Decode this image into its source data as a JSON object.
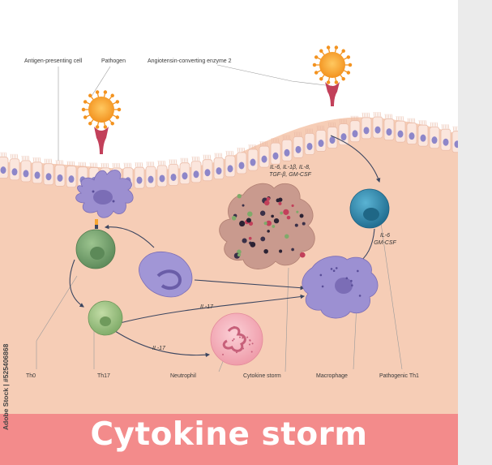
{
  "labels": {
    "antigen_presenting_cell": "Antigen-presenting cell",
    "pathogen": "Pathogen",
    "ace2": "Angiotensin-converting enzyme 2",
    "th0": "Th0",
    "th17": "Th17",
    "neutrophil": "Neutrophil",
    "cytokine_storm": "Cytokine storm",
    "macrophage": "Macrophage",
    "pathogenic_th1": "Pathogenic Th1"
  },
  "arrow_labels": {
    "cytokines_line1": "IL-6, IL-1β, IL-8,",
    "cytokines_line2": "TGF-β, GM-CSF",
    "th1_line1": "IL-6",
    "th1_line2": "GM-CSF",
    "il17_upper": "IL-17",
    "il17_lower": "IL-17"
  },
  "title": "Cytokine storm",
  "credit": "Adobe Stock | #525406868",
  "colors": {
    "tissue": "#fad9c6",
    "title_band": "#f38b8b",
    "apc": "#9c8fd0",
    "th0": "#7faa78",
    "th17": "#9cc47f",
    "neutrophil": "#f3a8b4",
    "th1": "#2f8fb5",
    "macrophage": "#9c90d2",
    "cytokine_cell": "#c99a8e",
    "pathogen": "#f7a531",
    "receptor": "#c2405a"
  }
}
